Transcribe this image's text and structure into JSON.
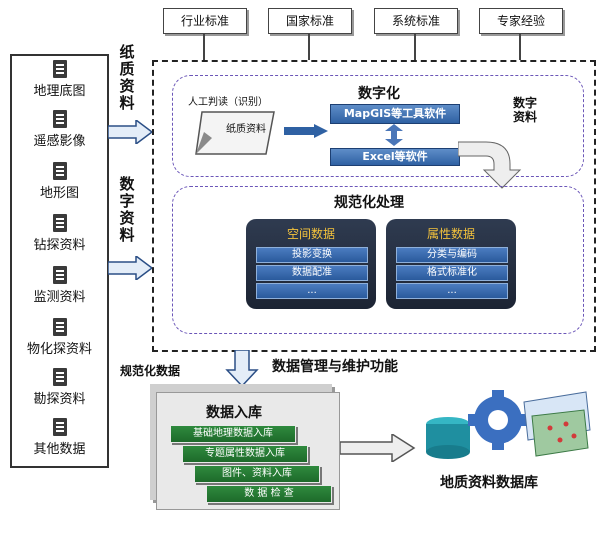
{
  "sources": [
    "地理底图",
    "遥感影像",
    "地形图",
    "钻探资料",
    "监测资料",
    "物化探资料",
    "勘探资料",
    "其他数据"
  ],
  "standards": [
    "行业标准",
    "国家标准",
    "系统标准",
    "专家经验"
  ],
  "labels": {
    "paper_data": "纸质资料",
    "digital_data_left": "数字资料",
    "digital_data_right": "数字资料",
    "digitization_title": "数字化",
    "manual_interpretation": "人工判读（识别）",
    "paper_doc_label": "纸质资料",
    "mapgis": "MapGIS等工具软件",
    "excel": "Excel等软件",
    "normalization_title": "规范化处理",
    "normalized_data": "规范化数据",
    "data_mgmt": "数据管理与维护功能",
    "warehousing_title": "数据入库",
    "geo_db": "地质资料数据库"
  },
  "spatial_panel": {
    "title": "空间数据",
    "rows": [
      "投影变换",
      "数据配准",
      "..."
    ]
  },
  "attribute_panel": {
    "title": "属性数据",
    "rows": [
      "分类与编码",
      "格式标准化",
      "..."
    ]
  },
  "warehousing_rows": [
    "基础地理数据入库",
    "专题属性数据入库",
    "图件、资料入库",
    "数 据 检 查"
  ]
}
